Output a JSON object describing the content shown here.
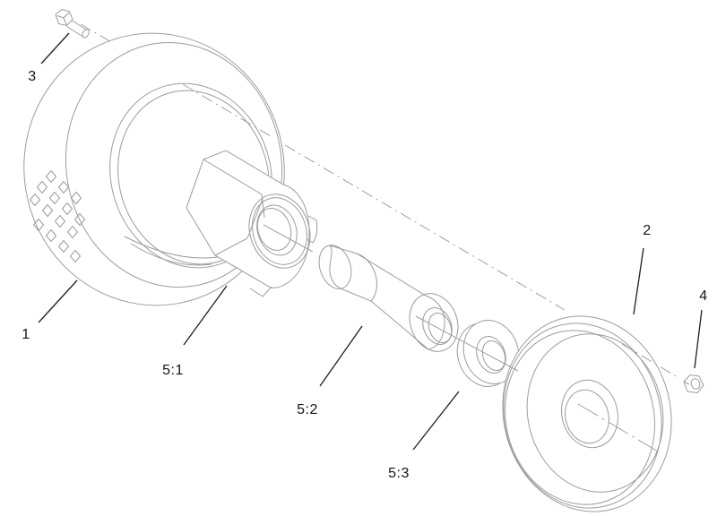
{
  "diagram": {
    "kind": "exploded-parts-diagram",
    "subject": "caster-wheel-assembly",
    "background_color": "#ffffff",
    "outline_color": "#9c9c9c",
    "leader_color": "#1f1f1f",
    "label_color": "#141414",
    "callouts": [
      {
        "ref": "1",
        "points_to": "tire"
      },
      {
        "ref": "2",
        "points_to": "wheel-rim"
      },
      {
        "ref": "3",
        "points_to": "bolt"
      },
      {
        "ref": "4",
        "points_to": "lock-nut"
      },
      {
        "ref": "5:1",
        "points_to": "hex-hub"
      },
      {
        "ref": "5:2",
        "points_to": "spacer-bushing"
      },
      {
        "ref": "5:3",
        "points_to": "washer"
      }
    ]
  }
}
